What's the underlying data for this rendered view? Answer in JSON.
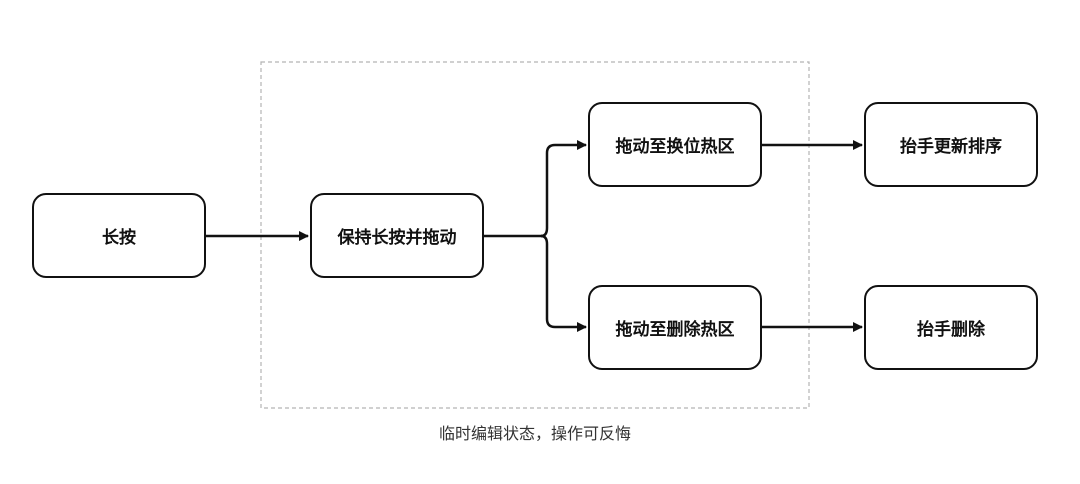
{
  "nodes": {
    "long_press": "长按",
    "hold_drag": "保持长按并拖动",
    "drag_swap": "拖动至换位热区",
    "drag_delete": "拖动至删除热区",
    "release_reorder": "抬手更新排序",
    "release_delete": "抬手删除"
  },
  "group_caption": "临时编辑状态，操作可反悔",
  "colors": {
    "stroke": "#111111",
    "group_border": "#b3b3b3",
    "caption": "#333333"
  }
}
